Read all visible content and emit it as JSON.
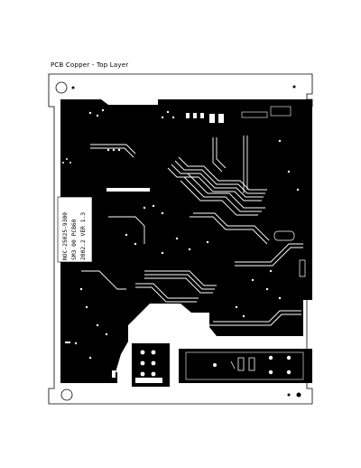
{
  "page": {
    "title": "PCB Copper - Top Layer"
  },
  "board": {
    "silkscreen_lines": [
      "NOC-25025-9300",
      "SM3 00 PCB60",
      "2002.2 VER 1.3"
    ],
    "colors": {
      "paper": "#ffffff",
      "board_outline": "#000000",
      "copper_fill": "#000000",
      "traces": "#ffffff",
      "silkscreen_label_bg": "#ffffff"
    }
  }
}
